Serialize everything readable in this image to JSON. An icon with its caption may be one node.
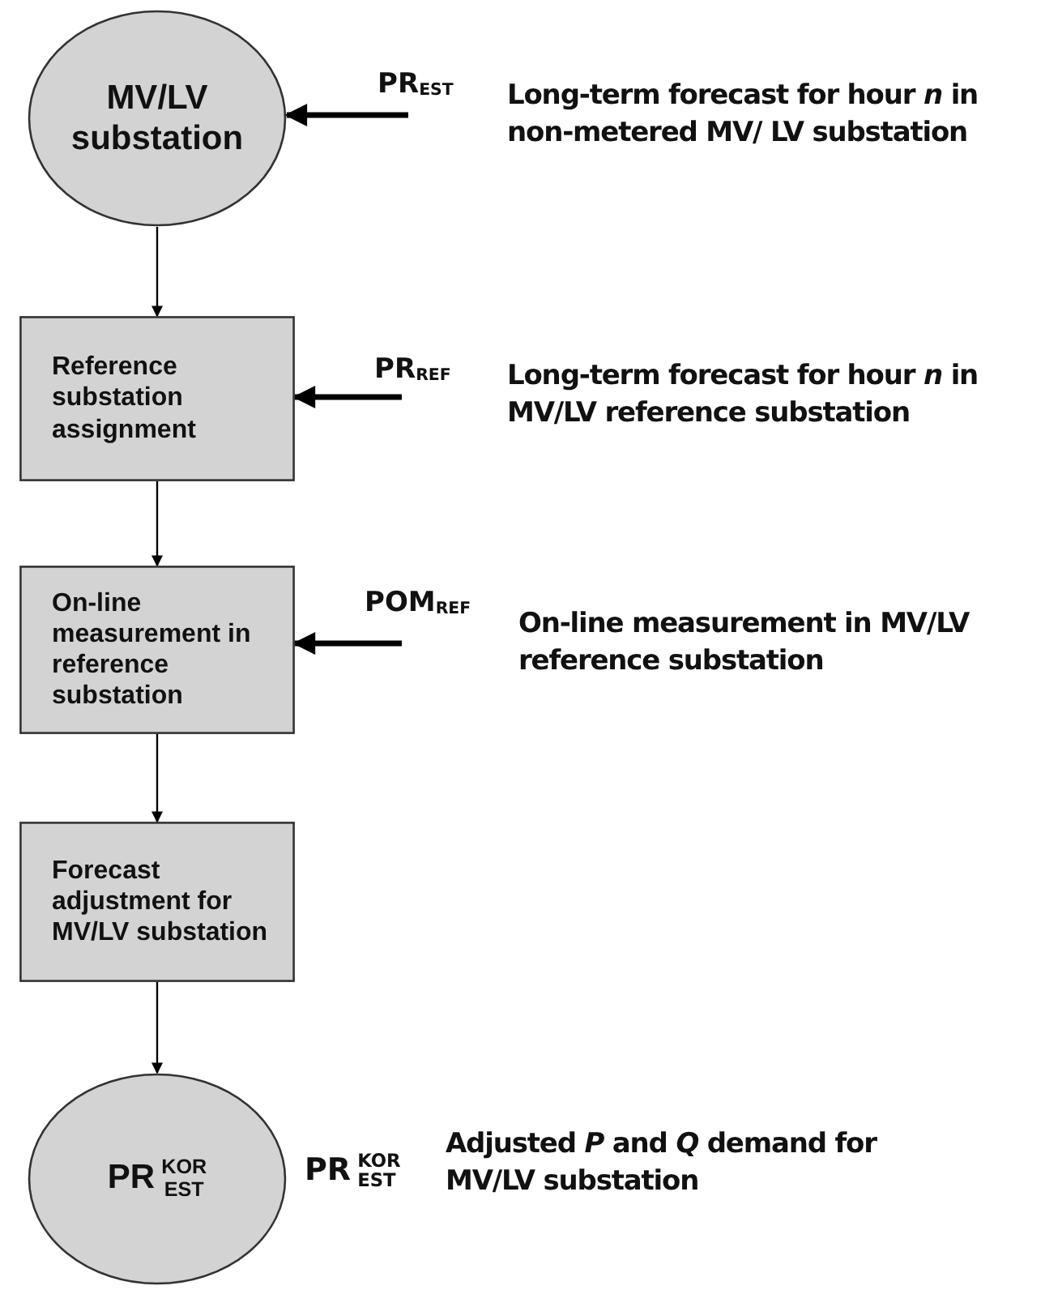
{
  "diagram": {
    "nodes": [
      {
        "text": [
          "MV/LV substation"
        ]
      },
      {
        "text": [
          "Reference substation assignment"
        ]
      },
      {
        "text": [
          "On-line measurement in reference substation"
        ]
      },
      {
        "text": [
          "Forecast adjustment for MV/LV substation"
        ]
      },
      {
        "text": [
          "PR$^{KOR}$$_{EST}$"
        ],
        "beside": [
          "PR$^{KOR}$$_{EST}$",
          "Adjusted *P* and *Q* demand for MV/LV substation"
        ]
      }
    ],
    "edges": [
      {
        "from": null,
        "to": 0,
        "arrow": "to",
        "label": "PR$_{EST}$",
        "style": "thick"
      },
      {
        "from": 0,
        "to": 1,
        "arrow": "to"
      },
      {
        "from": null,
        "to": 1,
        "arrow": "to",
        "label": "PR$_{REF}$",
        "style": "thick"
      },
      {
        "from": 1,
        "to": 2,
        "arrow": "to"
      },
      {
        "from": null,
        "to": 2,
        "arrow": "to",
        "label": "POM$_{REF}$",
        "style": "thick"
      },
      {
        "from": 2,
        "to": 3,
        "arrow": "to"
      },
      {
        "from": 3,
        "to": 4,
        "arrow": "to"
      }
    ],
    "labels": [
      "Long-term forecast for hour *n* in non-metered MV/ LV substation",
      "Long-term forecast for hour *n* in MV/LV reference substation",
      "On-line measurement in MV/LV reference substation"
    ]
  }
}
